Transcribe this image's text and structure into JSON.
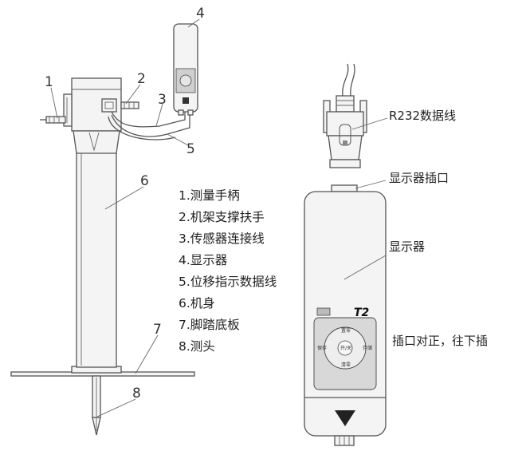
{
  "callouts": [
    "1",
    "2",
    "3",
    "4",
    "5",
    "6",
    "7",
    "8"
  ],
  "legend": [
    "1.测量手柄",
    "2.机架支撑扶手",
    "3.传感器连接线",
    "4.显示器",
    "5.位移指示数据线",
    "6.机身",
    "7.脚踏底板",
    "8.测头"
  ],
  "right_labels": {
    "cable": "R232数据线",
    "port": "显示器插口",
    "display": "显示器",
    "instruction": "插口对正，往下插"
  },
  "device": {
    "logo": "T2",
    "btn_top": "置零",
    "btn_center": "开/关",
    "btn_left": "保存",
    "btn_right": "存储",
    "btn_bottom": "清零"
  }
}
